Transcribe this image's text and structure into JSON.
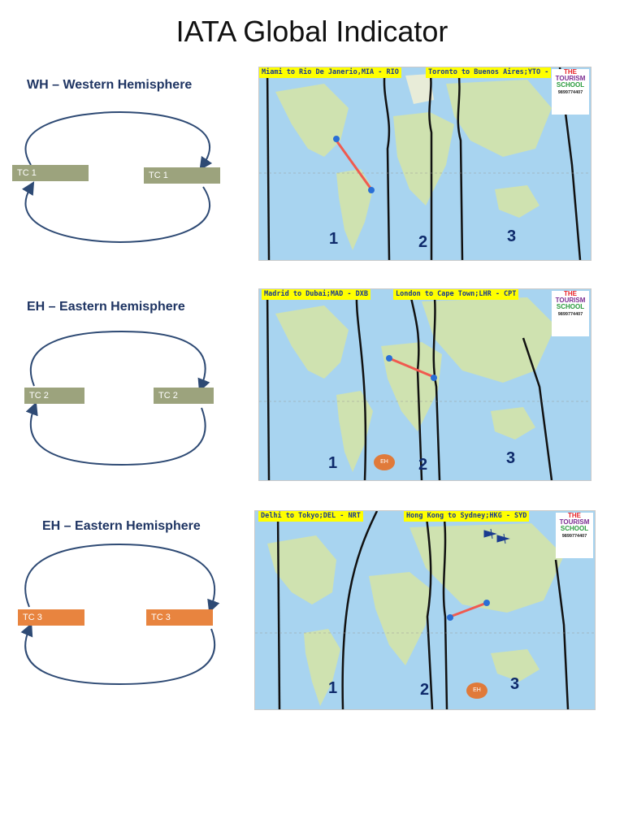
{
  "page": {
    "title": "IATA Global Indicator"
  },
  "sections": [
    {
      "heading": "WH – Western Hemisphere",
      "left_box": "TC 1",
      "right_box": "TC 1",
      "map": {
        "label_left": "Miami  to  Rio De Janerio,MIA  - RIO",
        "label_right": "Toronto to Buenos Aires;YTO -",
        "zone_1": "1",
        "zone_2": "2",
        "zone_3": "3"
      }
    },
    {
      "heading": "EH – Eastern Hemisphere",
      "left_box": "TC 2",
      "right_box": "TC 2",
      "map": {
        "label_left": "Madrid to Dubai;MAD - DXB",
        "label_right": "London to Cape Town;LHR - CPT",
        "zone_1": "1",
        "zone_2": "2",
        "zone_3": "3",
        "badge": "EH"
      }
    },
    {
      "heading": "EH – Eastern Hemisphere",
      "left_box": "TC 3",
      "right_box": "TC 3",
      "map": {
        "label_left": "Delhi  to  Tokyo;DEL - NRT",
        "label_right": "Hong Kong to Sydney;HKG - SYD",
        "zone_1": "1",
        "zone_2": "2",
        "zone_3": "3",
        "badge": "EH"
      }
    }
  ],
  "logo": {
    "line1": "THE",
    "line2": "TOURISM",
    "line3": "SCHOOL",
    "phone": "9899774407"
  },
  "colors": {
    "heading": "#1f3563",
    "tc_green": "#9ca37d",
    "tc_orange": "#e8843f",
    "ocean": "#a8d4f0",
    "land": "#cfe2b0",
    "route": "#f05a4f",
    "zone_line": "#111111"
  }
}
